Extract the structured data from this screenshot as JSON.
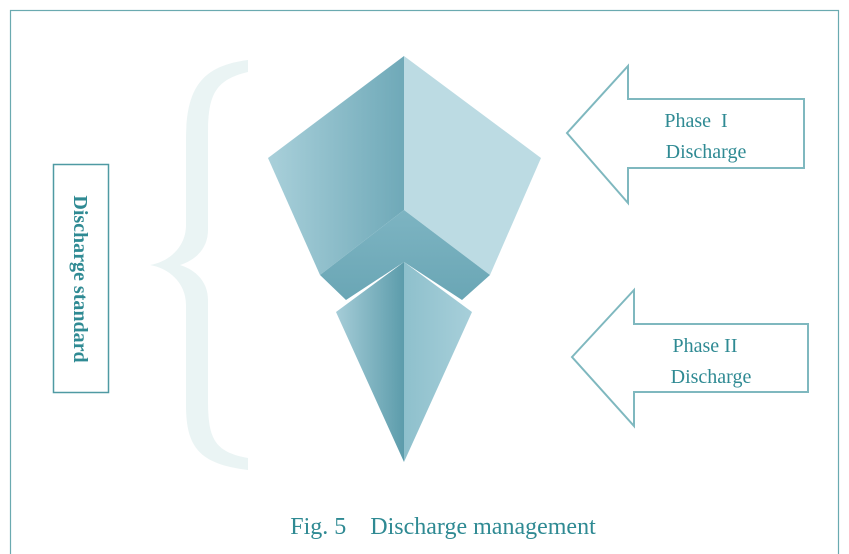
{
  "diagram": {
    "side_label": "Discharge standard",
    "arrows": [
      {
        "line1": "Phase  I",
        "line2": "Discharge"
      },
      {
        "line1": "Phase II",
        "line2": "Discharge"
      }
    ],
    "caption": "Fig. 5    Discharge management"
  },
  "colors": {
    "frame": "#6aaab0",
    "text": "#2f8a93",
    "brace": "#eaf4f4",
    "facet_dark": "#7fb5c3",
    "facet_light": "#bcdbe3",
    "facet_mid": "#8ebfcc",
    "facet_deep": "#6ba7b6",
    "arrow_stroke": "#7fb8bf"
  }
}
